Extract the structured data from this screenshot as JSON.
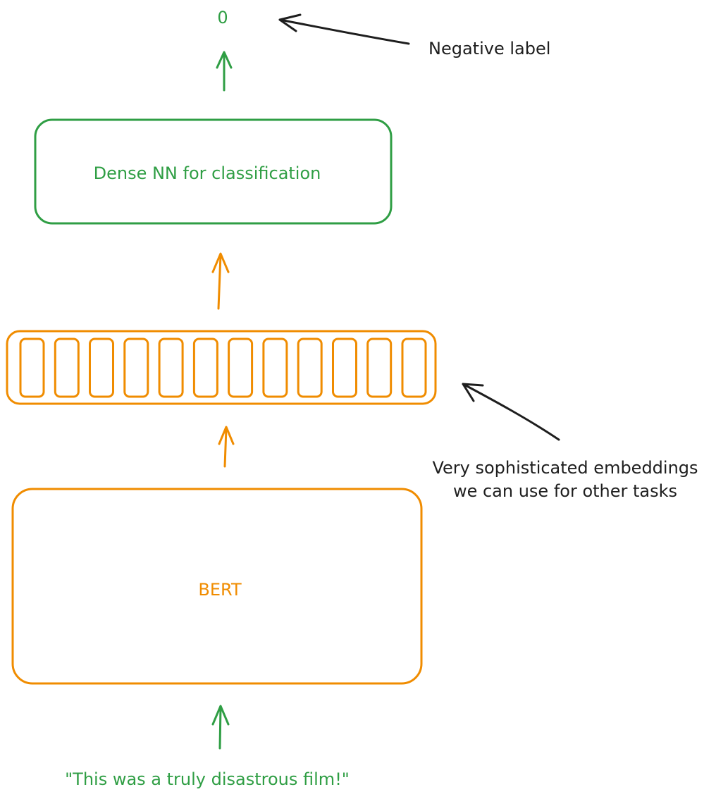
{
  "output_label": "0",
  "output_annotation": "Negative label",
  "classifier_label": "Dense NN for classification",
  "embedding_annotation": {
    "line1": "Very sophisticated embeddings",
    "line2": "we can use for other tasks"
  },
  "model_label": "BERT",
  "input_text": "\"This was a truly disastrous film!\"",
  "embedding_cell_count": 12,
  "colors": {
    "green": "#2f9e44",
    "orange": "#f08c00",
    "black": "#1e1e1e"
  }
}
